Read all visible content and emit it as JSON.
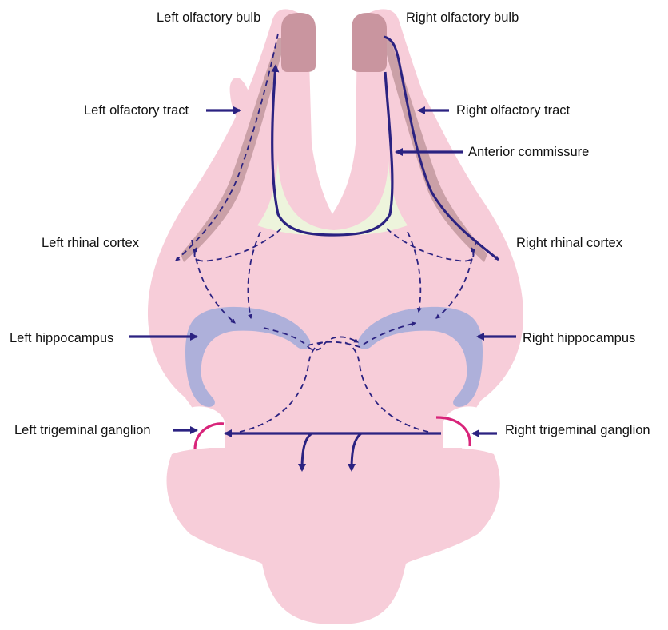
{
  "labels": {
    "left_olfactory_bulb": "Left olfactory bulb",
    "right_olfactory_bulb": "Right olfactory bulb",
    "left_olfactory_tract": "Left olfactory tract",
    "right_olfactory_tract": "Right olfactory tract",
    "anterior_commissure": "Anterior commissure",
    "left_rhinal_cortex": "Left rhinal cortex",
    "right_rhinal_cortex": "Right rhinal cortex",
    "left_hippocampus": "Left hippocampus",
    "right_hippocampus": "Right hippocampus",
    "left_trigeminal_ganglion": "Left trigeminal ganglion",
    "right_trigeminal_ganglion": "Right trigeminal ganglion"
  },
  "colors": {
    "brain": "#f7cdd9",
    "bulb": "#c9959f",
    "tract_fill": "#caa0a7",
    "commissure_fill": "#edf4dc",
    "hippocampus": "#aeb0da",
    "pathway": "#2b2281",
    "ganglion": "#d8247a"
  }
}
